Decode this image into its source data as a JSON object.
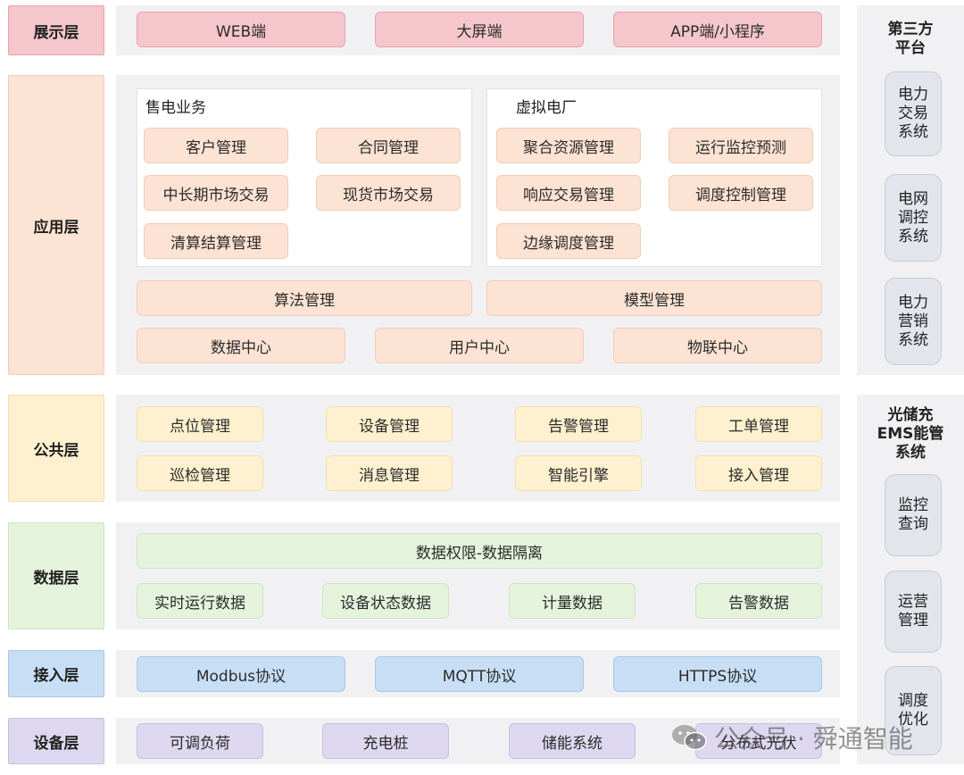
{
  "layers": {
    "presentation": "展示层",
    "application": "应用层",
    "common": "公共层",
    "data": "数据层",
    "access": "接入层",
    "device": "设备层"
  },
  "presentation": [
    "WEB端",
    "大屏端",
    "APP端/小程序"
  ],
  "application": {
    "sales": {
      "title": "售电业务",
      "items": [
        "客户管理",
        "合同管理",
        "中长期市场交易",
        "现货市场交易",
        "清算结算管理"
      ]
    },
    "vpp": {
      "title": "虚拟电厂",
      "items": [
        "聚合资源管理",
        "运行监控预测",
        "响应交易管理",
        "调度控制管理",
        "边缘调度管理"
      ]
    },
    "mid": [
      "算法管理",
      "模型管理"
    ],
    "centers": [
      "数据中心",
      "用户中心",
      "物联中心"
    ]
  },
  "common": [
    "点位管理",
    "设备管理",
    "告警管理",
    "工单管理",
    "巡检管理",
    "消息管理",
    "智能引擎",
    "接入管理"
  ],
  "data": {
    "top": "数据权限-数据隔离",
    "items": [
      "实时运行数据",
      "设备状态数据",
      "计量数据",
      "告警数据"
    ]
  },
  "access": [
    "Modbus协议",
    "MQTT协议",
    "HTTPS协议"
  ],
  "device": [
    "可调负荷",
    "充电桩",
    "储能系统",
    "分布式光伏"
  ],
  "third_party": {
    "title": "第三方平台",
    "items": [
      "电力交易系统",
      "电网调控系统",
      "电力营销系统"
    ]
  },
  "ems": {
    "title": "光储充EMS能管系统",
    "items": [
      "监控查询",
      "运营管理",
      "调度优化"
    ]
  },
  "watermark": {
    "text": "公众号 · 舜通智能"
  },
  "colors": {
    "red": "#f5c6cb",
    "peach": "#fde3d3",
    "yellow": "#fff1cf",
    "green": "#e5f3dc",
    "blue": "#c8def4",
    "purple": "#ddd8ef",
    "band": "#f1f1f3"
  }
}
